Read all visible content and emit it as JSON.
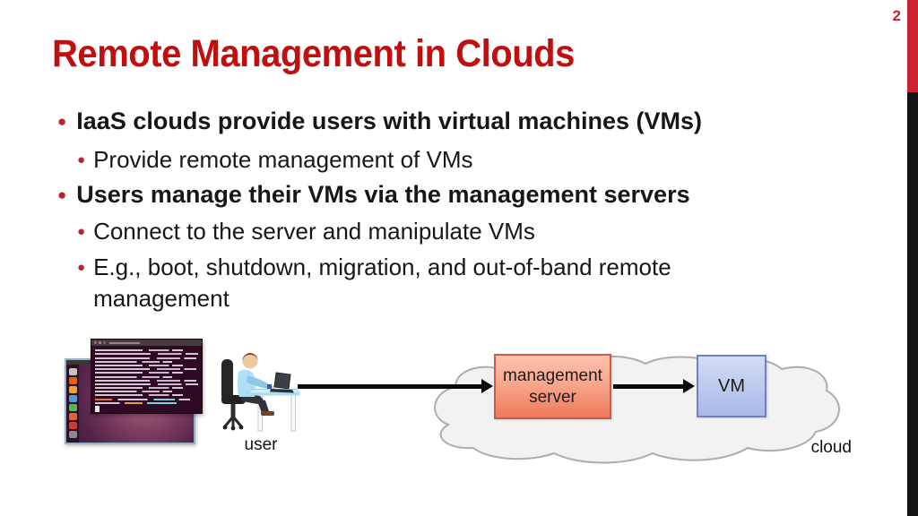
{
  "slide": {
    "title": "Remote Management in Clouds",
    "page_number": "2"
  },
  "icons": {
    "bullet": "●"
  },
  "colors": {
    "title_red": "#c00f0f",
    "bullet_red": "#bd2129",
    "sidebar_red": "#ce2133",
    "sidebar_black": "#141414",
    "mgmt_box_border": "#cd5a42",
    "mgmt_box_fill": "#f4926f",
    "vm_box_border": "#6f81c0",
    "vm_box_fill": "#bcc7ee",
    "cloud_fill": "#f2f2f2",
    "cloud_stroke": "#adadad"
  },
  "bullets": [
    {
      "level": 1,
      "text": "IaaS clouds provide users with virtual machines (VMs)"
    },
    {
      "level": 2,
      "text": "Provide remote management of VMs"
    },
    {
      "level": 1,
      "text": "Users manage their VMs via the management servers"
    },
    {
      "level": 2,
      "text": "Connect to the server and manipulate VMs"
    },
    {
      "level": 2,
      "text": "E.g., boot, shutdown, migration, and out-of-band remote management"
    }
  ],
  "diagram": {
    "user_label": "user",
    "management_server_label": "management server",
    "vm_label": "VM",
    "cloud_label": "cloud"
  }
}
